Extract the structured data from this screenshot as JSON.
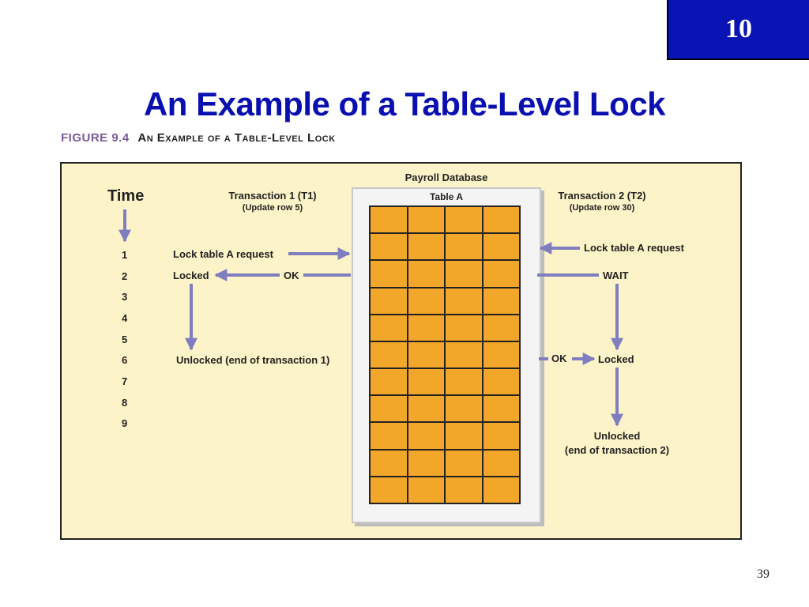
{
  "chapter": "10",
  "title": "An Example of a Table-Level Lock",
  "figure": {
    "number": "FIGURE 9.4",
    "caption": "An Example of a Table-Level Lock"
  },
  "diagram": {
    "time_label": "Time",
    "time_steps": [
      "1",
      "2",
      "3",
      "4",
      "5",
      "6",
      "7",
      "8",
      "9"
    ],
    "database": {
      "title": "Payroll Database",
      "table": "Table A"
    },
    "t1": {
      "title": "Transaction 1 (T1)",
      "subtitle": "(Update row 5)",
      "lock_request": "Lock table A request",
      "locked": "Locked",
      "ok": "OK",
      "unlocked": "Unlocked (end of transaction 1)"
    },
    "t2": {
      "title": "Transaction 2 (T2)",
      "subtitle": "(Update row 30)",
      "lock_request": "Lock table A request",
      "wait": "WAIT",
      "ok": "OK",
      "locked": "Locked",
      "unlocked_line1": "Unlocked",
      "unlocked_line2": "(end of transaction 2)"
    },
    "arrow_color": "#7f7fc0",
    "cell_color": "#f2a62a"
  },
  "page_number": "39"
}
